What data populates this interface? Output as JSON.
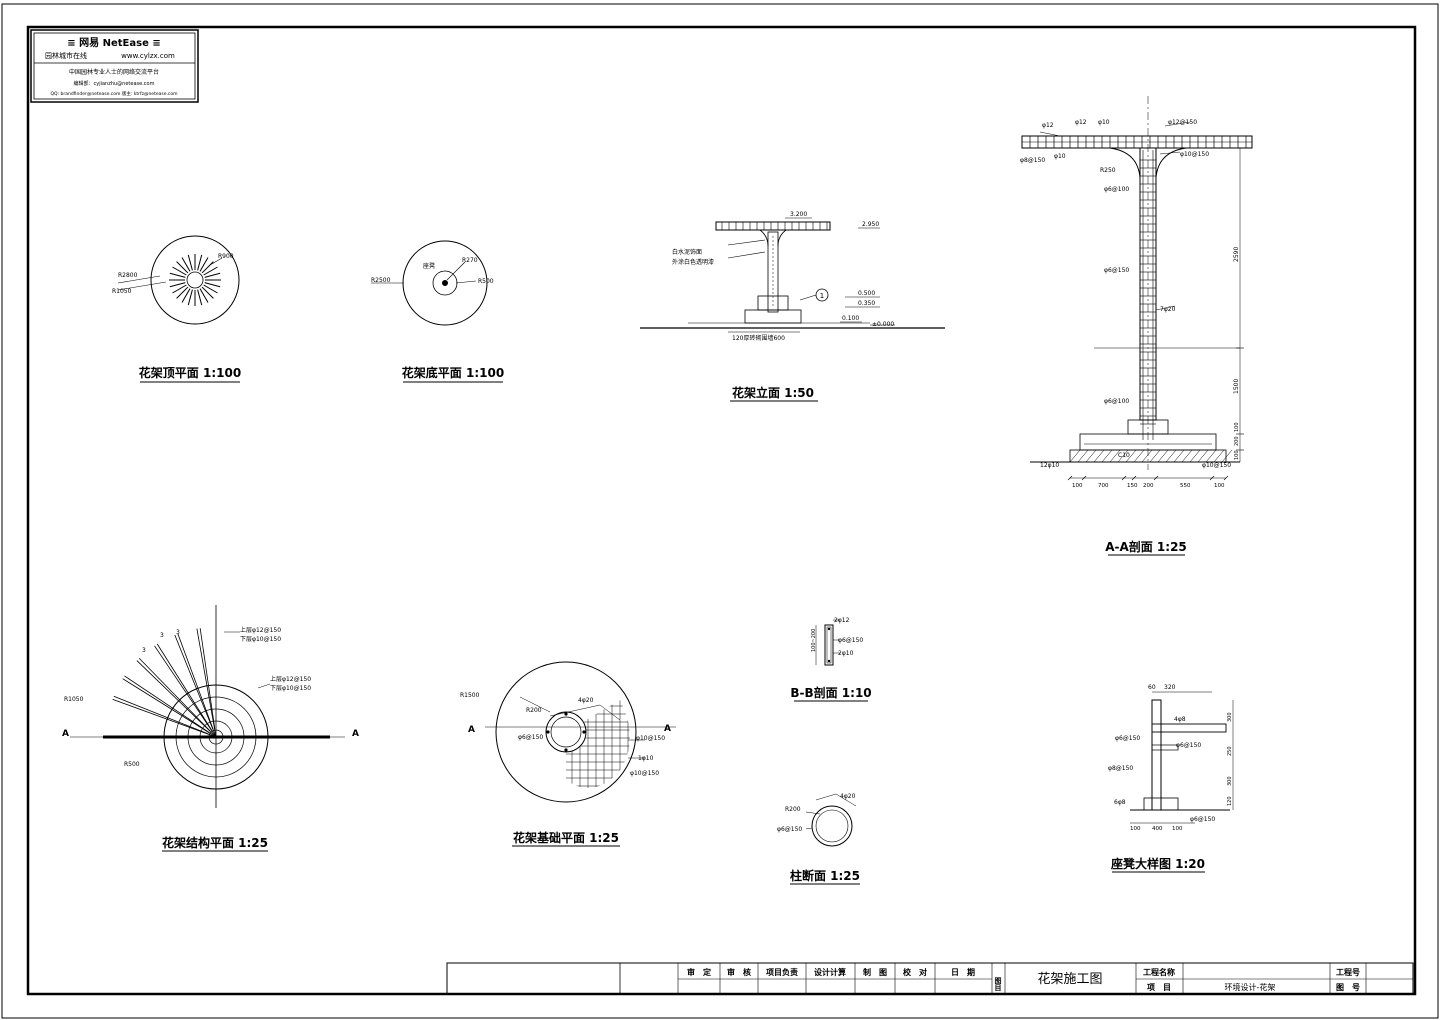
{
  "logo": {
    "brand": "≡ 网易 NetEase ≡",
    "site_name": "园林城市在线",
    "url": "www.cylzx.com",
    "slogan": "中国园林专业人士的网络交流平台",
    "line4": "编辑部：cyjianzhu@netease.com",
    "line5": "QQ: brandfinder@netease.com   版主: ktrfz@netease.com"
  },
  "drawings": {
    "top_plan": {
      "title": "花架顶平面 1:100",
      "labels": [
        "R2800",
        "R1050",
        "R900"
      ]
    },
    "base_plan": {
      "title": "花架底平面 1:100",
      "labels": [
        "R2500",
        "座凳",
        "R270",
        "R500"
      ]
    },
    "elevation": {
      "title": "花架立面 1:50",
      "labels": [
        "3.200",
        "2.950",
        "白水泥饰面",
        "外涂白色透明漆",
        "0.500",
        "0.350",
        "0.100",
        "±0.000",
        "120厚砖砌围墙600",
        "1"
      ]
    },
    "section_aa": {
      "title": "A-A剖面 1:25",
      "labels": [
        "φ12",
        "φ12",
        "φ10",
        "φ12@150",
        "φ8@150",
        "φ10",
        "φ10@150",
        "R250",
        "φ6@100",
        "φ6@150",
        "φ6@100",
        "7φ20",
        "C10",
        "12φ10",
        "φ10@150",
        "2590",
        "1500",
        "100",
        "200",
        "100",
        "700",
        "150",
        "200",
        "550",
        "100",
        "100"
      ]
    },
    "structure_plan": {
      "title": "花架结构平面 1:25",
      "labels": [
        "上层φ12@150",
        "下层φ10@150",
        "上层φ12@150",
        "下层φ10@150",
        "R1050",
        "R500",
        "A",
        "A",
        "3",
        "3",
        "3"
      ]
    },
    "foundation_plan": {
      "title": "花架基础平面 1:25",
      "labels": [
        "R1500",
        "R200",
        "4φ20",
        "φ6@150",
        "φ10@150",
        "1φ10",
        "φ10@150",
        "A",
        "A"
      ]
    },
    "section_bb": {
      "title": "B-B剖面 1:10",
      "labels": [
        "2φ12",
        "φ6@150",
        "2φ10",
        "100~200"
      ]
    },
    "column_section": {
      "title": "柱断面 1:25",
      "labels": [
        "R200",
        "4φ20",
        "φ6@150"
      ]
    },
    "bench_detail": {
      "title": "座凳大样图 1:20",
      "labels": [
        "60",
        "320",
        "4φ8",
        "φ6@150",
        "φ6@150",
        "φ8@150",
        "6φ8",
        "φ6@150",
        "100",
        "400",
        "100",
        "300",
        "250",
        "300",
        "120"
      ]
    }
  },
  "title_block": {
    "approve": "审　定",
    "check": "审　核",
    "project_lead": "项目负责",
    "design_calc": "设计计算",
    "drawing": "制　图",
    "proofread": "校　对",
    "date": "日　期",
    "drawing_label": "图目",
    "drawing_name": "花架施工图",
    "project_name_label": "工程名称",
    "item_label": "项　目",
    "item_value": "环境设计-花架",
    "project_no_label": "工程号",
    "drawing_no_label": "图　号"
  }
}
